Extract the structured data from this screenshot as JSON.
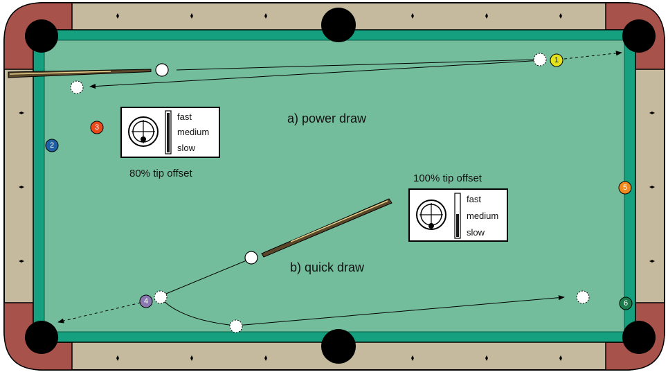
{
  "labels": {
    "power_draw": "a) power draw",
    "quick_draw": "b) quick draw",
    "power_offset": "80% tip offset",
    "quick_offset": "100% tip offset"
  },
  "speed_scale": [
    "fast",
    "medium",
    "slow"
  ],
  "balls": [
    {
      "number": "1",
      "color": "#e4e21a",
      "text_color": "#111111"
    },
    {
      "number": "2",
      "color": "#1f5fa4",
      "text_color": "#ffffff"
    },
    {
      "number": "3",
      "color": "#e84a1c",
      "text_color": "#ffffff"
    },
    {
      "number": "4",
      "color": "#8a78b0",
      "text_color": "#ffffff"
    },
    {
      "number": "5",
      "color": "#f08a1c",
      "text_color": "#ffffff"
    },
    {
      "number": "6",
      "color": "#1d7a4a",
      "text_color": "#ffffff"
    }
  ],
  "colors": {
    "felt": "#74bd9c",
    "cushion": "#15a07f",
    "rail": "#c5b99e",
    "corner": "#a7524a",
    "pocket": "#000000"
  }
}
